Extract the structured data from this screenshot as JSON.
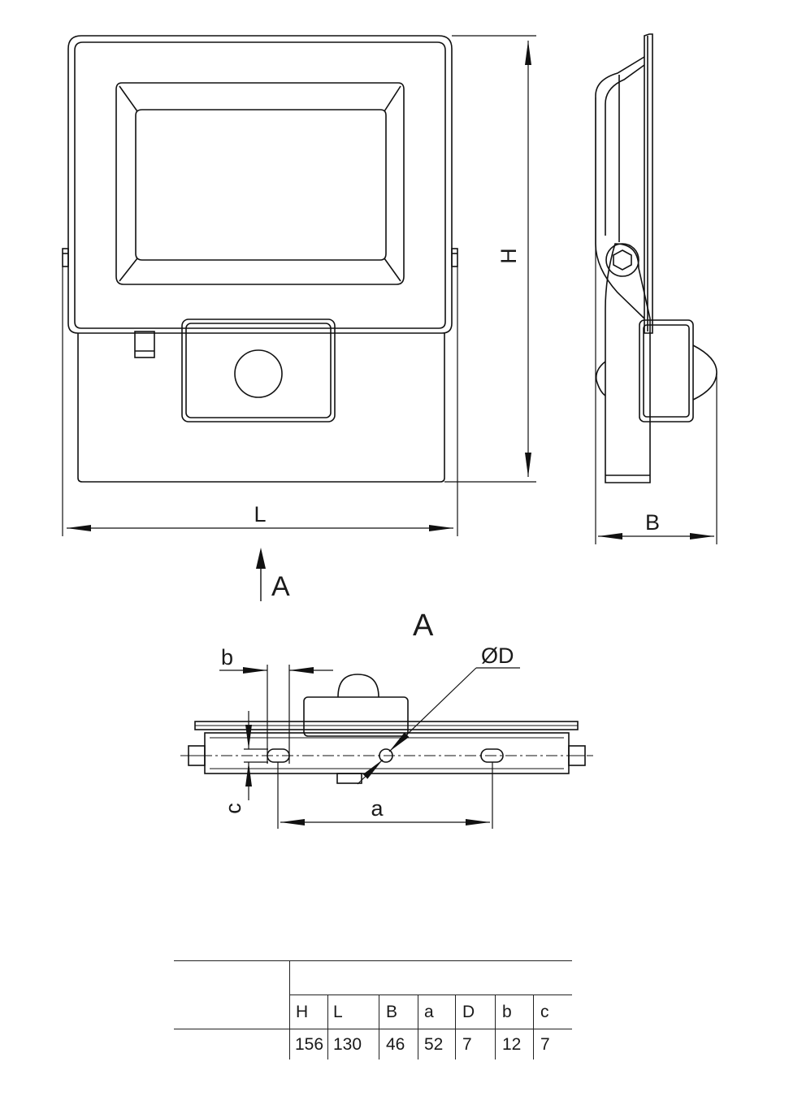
{
  "front_view": {
    "dim_height": "H",
    "dim_length": "L"
  },
  "side_view": {
    "dim_depth": "B"
  },
  "view_arrow": {
    "label": "A"
  },
  "view_a": {
    "title": "A",
    "dim_slot_width": "b",
    "dim_hole_diameter": "ØD",
    "dim_slot_offset": "c",
    "dim_hole_spacing": "a"
  },
  "spec_table": {
    "headers": [
      "H",
      "L",
      "B",
      "a",
      "D",
      "b",
      "c"
    ],
    "values": [
      "156",
      "130",
      "46",
      "52",
      "7",
      "12",
      "7"
    ]
  }
}
